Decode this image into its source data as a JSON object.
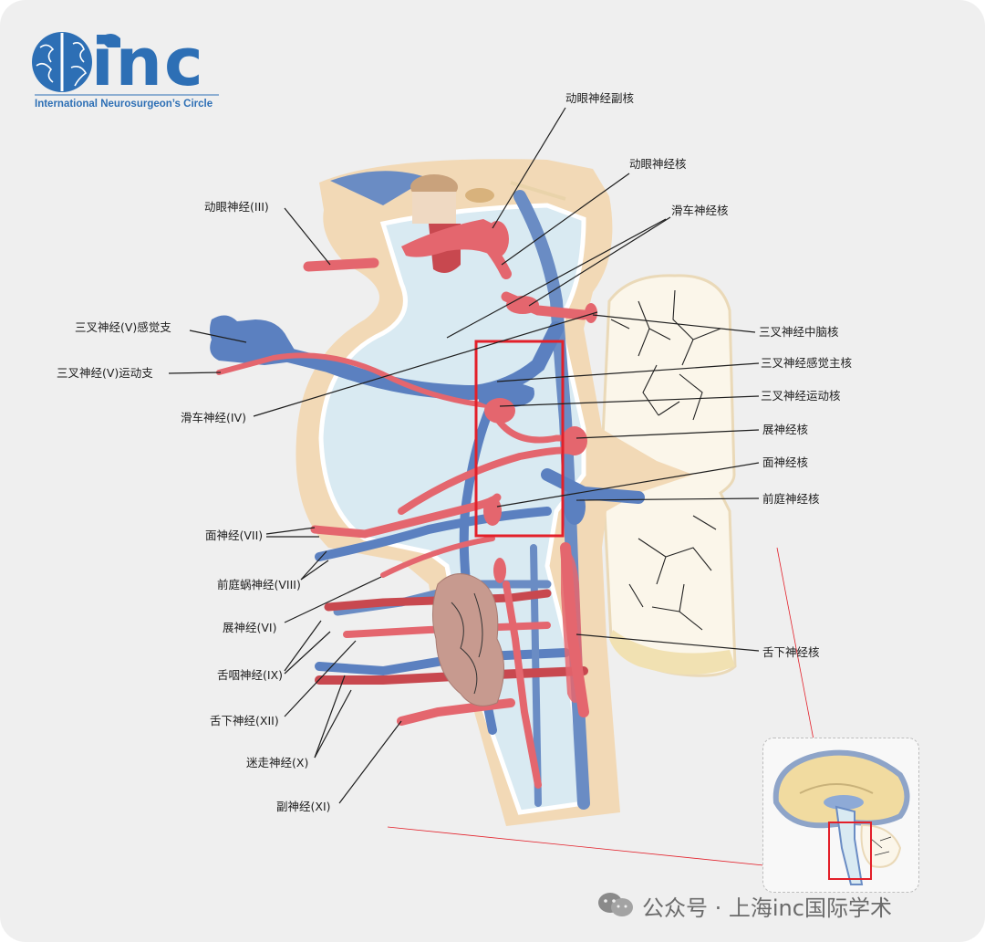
{
  "logo": {
    "word": "inc",
    "subtitle": "International  Neurosurgeon’s  Circle",
    "brand_color": "#2d6fb5"
  },
  "labels": {
    "oculomotor_accessory_nucleus": "动眼神经副核",
    "oculomotor_nucleus": "动眼神经核",
    "trochlear_nucleus": "滑车神经核",
    "oculomotor_nerve": "动眼神经(III)",
    "trigeminal_sensory_branch": "三叉神经(V)感觉支",
    "trigeminal_motor_branch": "三叉神经(V)运动支",
    "trochlear_nerve": "滑车神经(IV)",
    "trigeminal_mesencephalic_nucleus": "三叉神经中脑核",
    "trigeminal_principal_sensory_nucleus": "三叉神经感觉主核",
    "trigeminal_motor_nucleus": "三叉神经运动核",
    "abducens_nucleus": "展神经核",
    "facial_nucleus": "面神经核",
    "vestibular_nucleus": "前庭神经核",
    "facial_nerve": "面神经(VII)",
    "vestibulocochlear_nerve": "前庭蜗神经(VIII)",
    "abducens_nerve": "展神经(VI)",
    "glossopharyngeal_nerve": "舌咽神经(IX)",
    "hypoglossal_nerve": "舌下神经(XII)",
    "vagus_nerve": "迷走神经(X)",
    "accessory_nerve": "副神经(XI)",
    "hypoglossal_nucleus": "舌下神经核"
  },
  "watermark": "公众号 · 上海inc国际学术",
  "colors": {
    "motor": "#e4666e",
    "sensory": "#5b80c0",
    "brainstem": "#d9eaf2",
    "tissue": "#f2d9b6",
    "highlight": "#e3202a"
  }
}
